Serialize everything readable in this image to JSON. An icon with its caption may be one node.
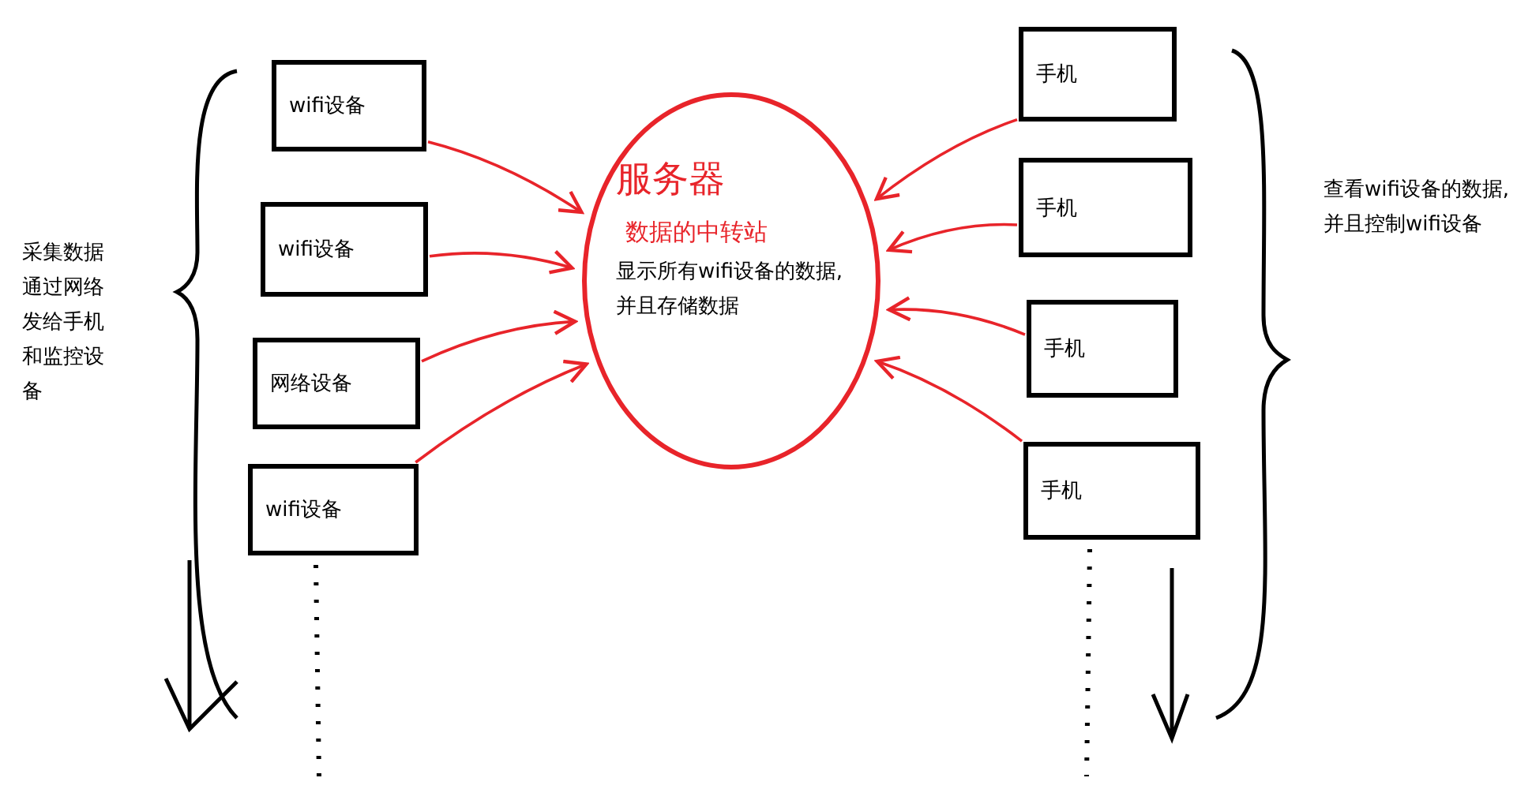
{
  "diagram": {
    "nodes": [
      {
        "text": [
          "wifi设备"
        ]
      },
      {
        "text": [
          "wifi设备"
        ]
      },
      {
        "text": [
          "网络设备"
        ]
      },
      {
        "text": [
          "wifi设备"
        ]
      },
      {
        "text": [
          "服务器",
          "数据的中转站",
          "显示所有wifi设备的数据,并且存储数据"
        ]
      },
      {
        "text": [
          "手机"
        ]
      },
      {
        "text": [
          "手机"
        ]
      },
      {
        "text": [
          "手机"
        ]
      },
      {
        "text": [
          "手机"
        ]
      }
    ],
    "edges": [
      {
        "from": 0,
        "to": 4,
        "arrow": "to"
      },
      {
        "from": 1,
        "to": 4,
        "arrow": "to"
      },
      {
        "from": 2,
        "to": 4,
        "arrow": "to"
      },
      {
        "from": 3,
        "to": 4,
        "arrow": "to"
      },
      {
        "from": 5,
        "to": 4,
        "arrow": "to"
      },
      {
        "from": 6,
        "to": 4,
        "arrow": "to"
      },
      {
        "from": 7,
        "to": 4,
        "arrow": "to"
      },
      {
        "from": 8,
        "to": 4,
        "arrow": "to"
      }
    ],
    "labels": [
      "采集数据通过网络发给手机和监控设备",
      "查看wifi设备的数据,并且控制wifi设备"
    ]
  }
}
